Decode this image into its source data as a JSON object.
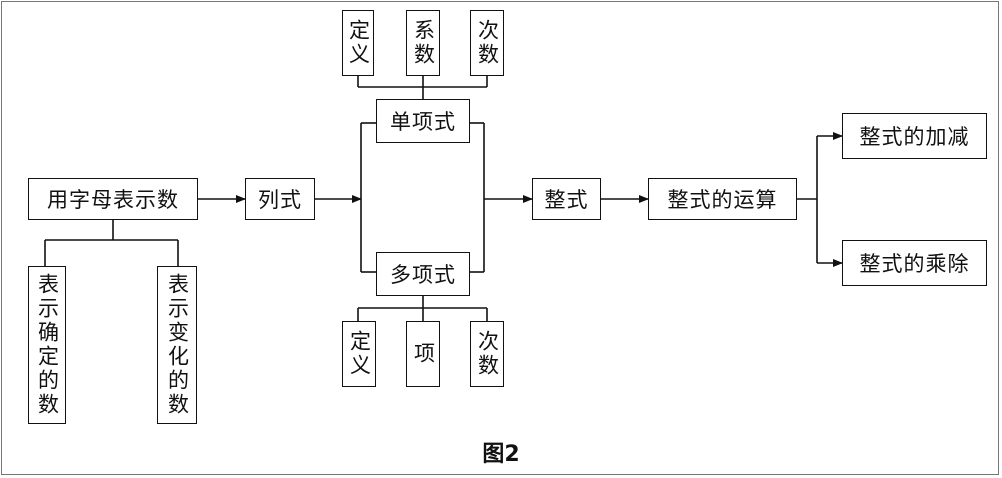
{
  "nodes": {
    "root": "用字母表示数",
    "fixed_number": "表示确定的数",
    "variable_number": "表示变化的数",
    "expression": "列式",
    "monomial": "单项式",
    "monomial_definition": "定义",
    "monomial_coefficient": "系数",
    "monomial_degree": "次数",
    "polynomial": "多项式",
    "polynomial_definition": "定义",
    "polynomial_term": "项",
    "polynomial_degree": "次数",
    "integral_expression": "整式",
    "operations": "整式的运算",
    "add_subtract": "整式的加减",
    "multiply_divide": "整式的乘除"
  },
  "caption": "图2"
}
